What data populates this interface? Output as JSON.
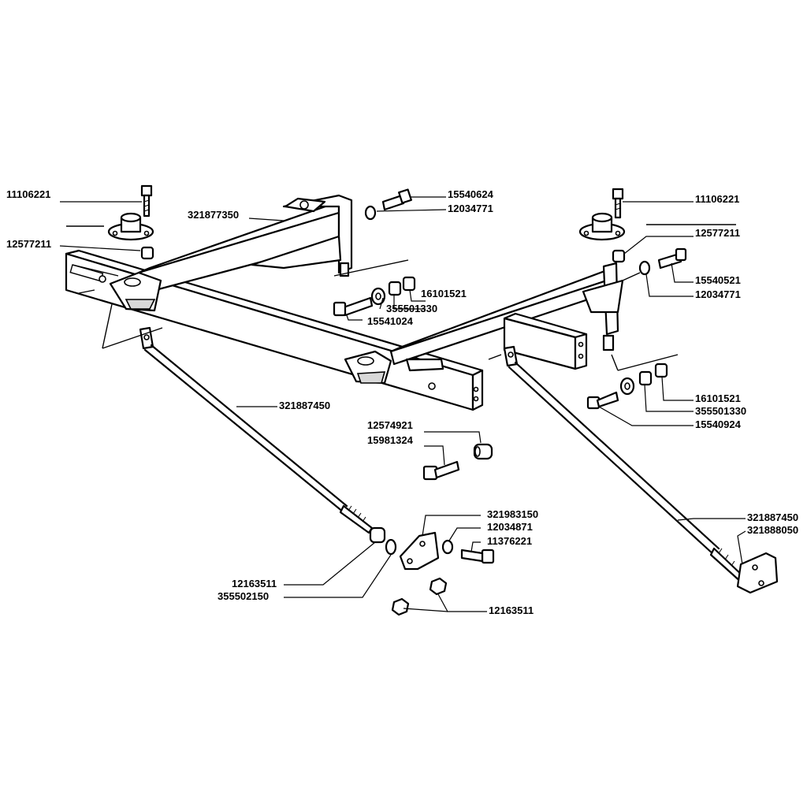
{
  "labels": {
    "l01": "11106221",
    "l02": "12577211",
    "l03": "321877350",
    "l04": "15540624",
    "l05": "12034771",
    "l06": "16101521",
    "l07": "355501330",
    "l08": "15541024",
    "l09": "11106221",
    "l10": "12577211",
    "l11": "15540521",
    "l12": "12034771",
    "l13": "16101521",
    "l14": "355501330",
    "l15": "15540924",
    "l16": "321887450",
    "l17": "12574921",
    "l18": "15981324",
    "l19": "321983150",
    "l20": "12034871",
    "l21": "11376221",
    "l22": "321887450",
    "l23": "321888050",
    "l24": "12163511",
    "l25": "355502150",
    "l26": "12163511"
  },
  "colors": {
    "line": "#000000",
    "paper": "#ffffff"
  }
}
